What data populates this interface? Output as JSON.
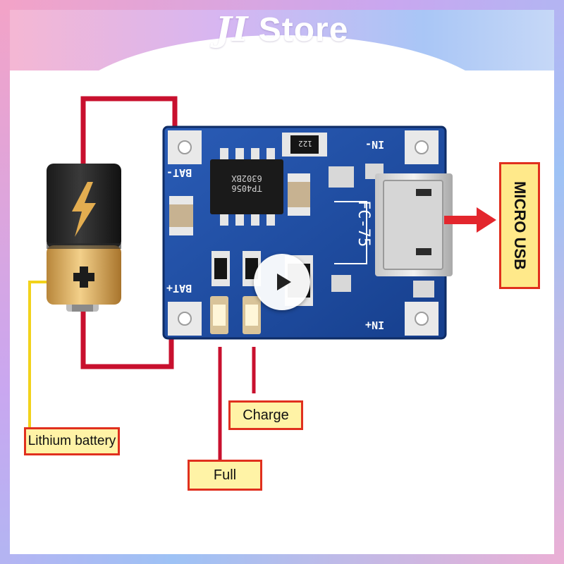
{
  "banner": {
    "mark": "JI",
    "store": "Store"
  },
  "pcb": {
    "bat_minus": "BAT-",
    "bat_plus": "BAT+",
    "in_minus": "IN-",
    "in_plus": "IN+",
    "chip_line1": "TP4056",
    "chip_line2": "6302BX",
    "resistor_top": "122",
    "fc_label": "FC-75"
  },
  "labels": {
    "micro_usb": "MICRO USB",
    "charge": "Charge",
    "full": "Full",
    "lithium_battery": "Lithium battery"
  },
  "colors": {
    "wire_red": "#c8102e",
    "wire_yellow": "#f2d21b",
    "pcb_blue": "#1f4fa3",
    "banner_pink": "#f6b7d2",
    "banner_blue": "#a9c6f6"
  },
  "icons": {
    "battery": "battery-icon",
    "lightning": "lightning-icon",
    "plus": "plus-icon",
    "play": "play-icon"
  }
}
